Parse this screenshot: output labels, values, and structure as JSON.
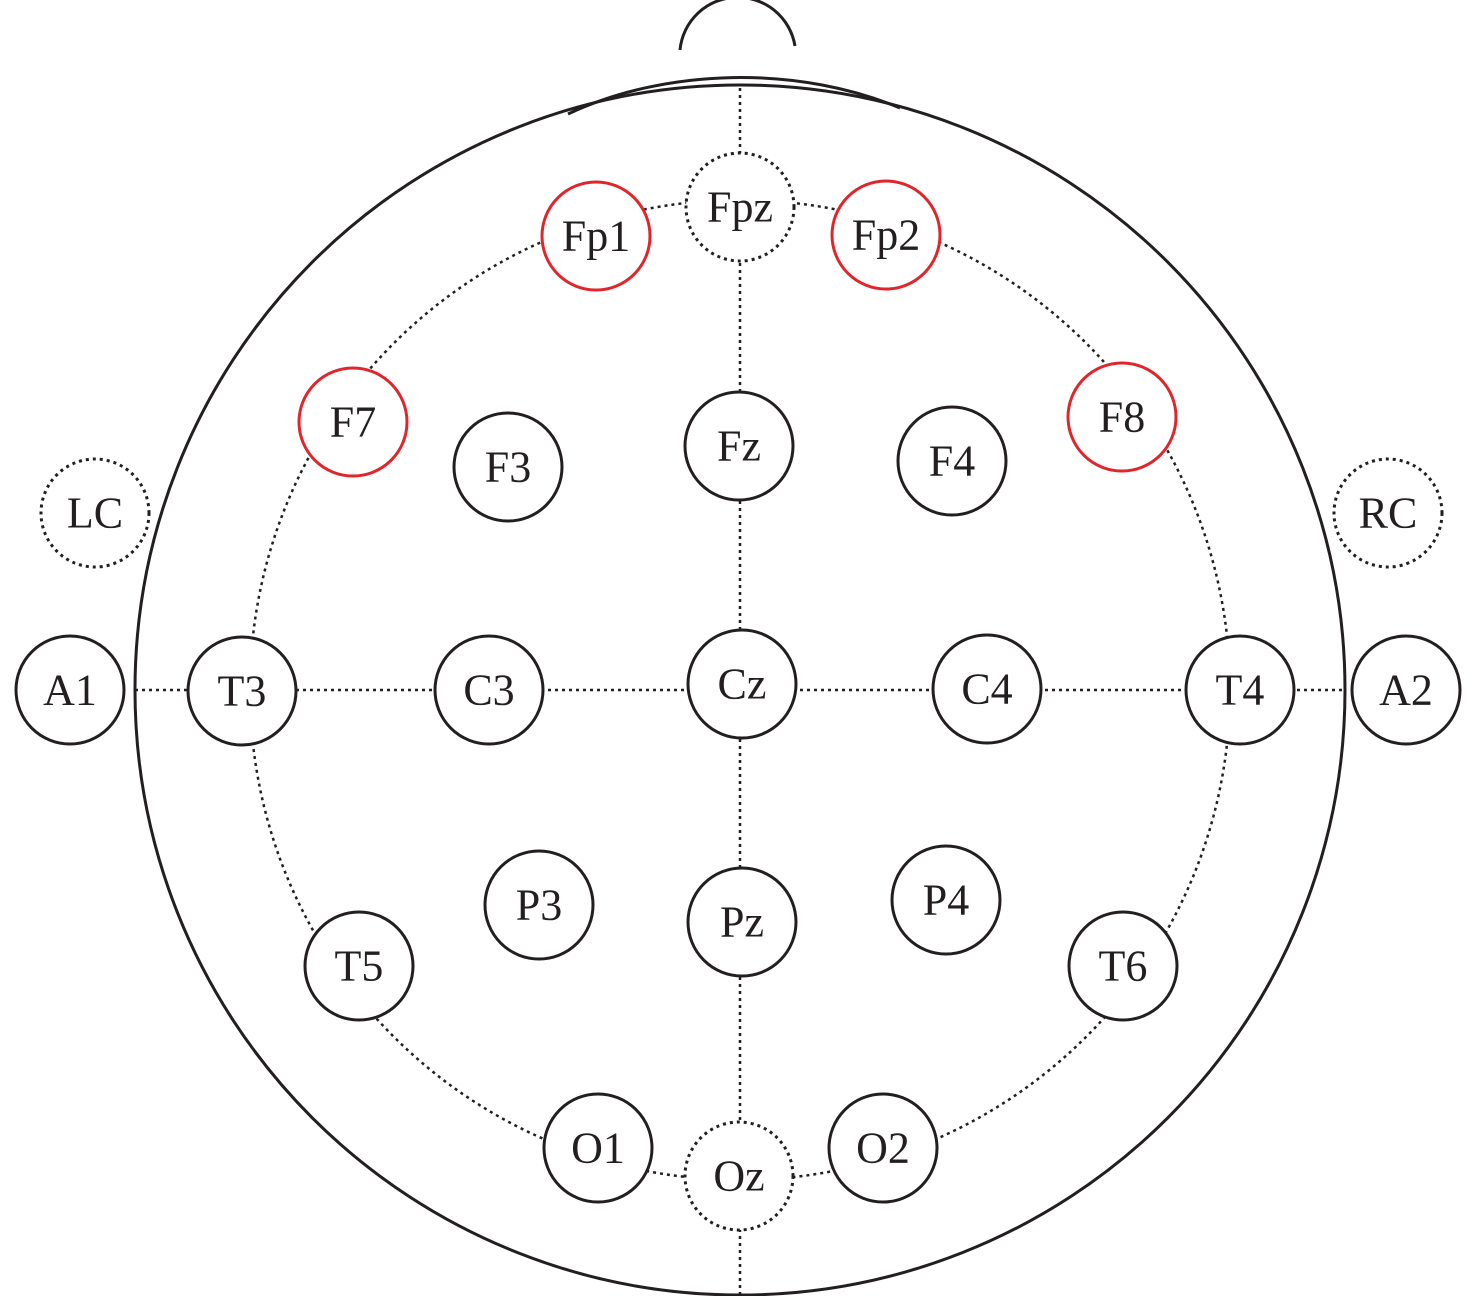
{
  "title": "EEG 10-20 electrode placement",
  "highlight_color": "#e0262b",
  "electrodes": {
    "Fpz": "Fpz",
    "Fp1": "Fp1",
    "Fp2": "Fp2",
    "F7": "F7",
    "F3": "F3",
    "Fz": "Fz",
    "F4": "F4",
    "F8": "F8",
    "LC": "LC",
    "RC": "RC",
    "A1": "A1",
    "T3": "T3",
    "C3": "C3",
    "Cz": "Cz",
    "C4": "C4",
    "T4": "T4",
    "A2": "A2",
    "T5": "T5",
    "P3": "P3",
    "Pz": "Pz",
    "P4": "P4",
    "T6": "T6",
    "O1": "O1",
    "Oz": "Oz",
    "O2": "O2"
  },
  "highlighted": [
    "Fp1",
    "Fp2",
    "F7",
    "F8"
  ],
  "reference_dotted": [
    "Fpz",
    "Oz",
    "LC",
    "RC"
  ]
}
